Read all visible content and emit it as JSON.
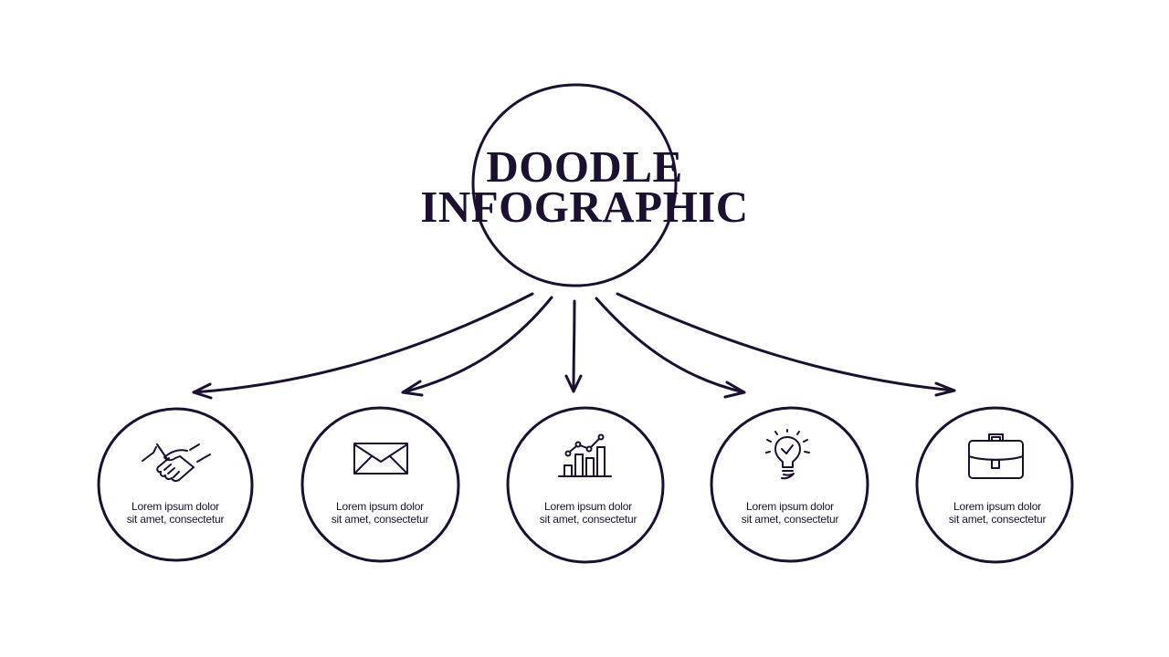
{
  "title": {
    "line1": "DOODLE",
    "line2": "INFOGRAPHIC"
  },
  "colors": {
    "ink": "#1c1030",
    "background": "#ffffff"
  },
  "items": [
    {
      "icon": "handshake-icon",
      "line1": "Lorem ipsum dolor",
      "line2": "sit amet, consectetur"
    },
    {
      "icon": "envelope-icon",
      "line1": "Lorem ipsum dolor",
      "line2": "sit amet, consectetur"
    },
    {
      "icon": "bar-chart-icon",
      "line1": "Lorem ipsum dolor",
      "line2": "sit amet, consectetur"
    },
    {
      "icon": "lightbulb-icon",
      "line1": "Lorem ipsum dolor",
      "line2": "sit amet, consectetur"
    },
    {
      "icon": "briefcase-icon",
      "line1": "Lorem ipsum dolor",
      "line2": "sit amet, consectetur"
    }
  ]
}
